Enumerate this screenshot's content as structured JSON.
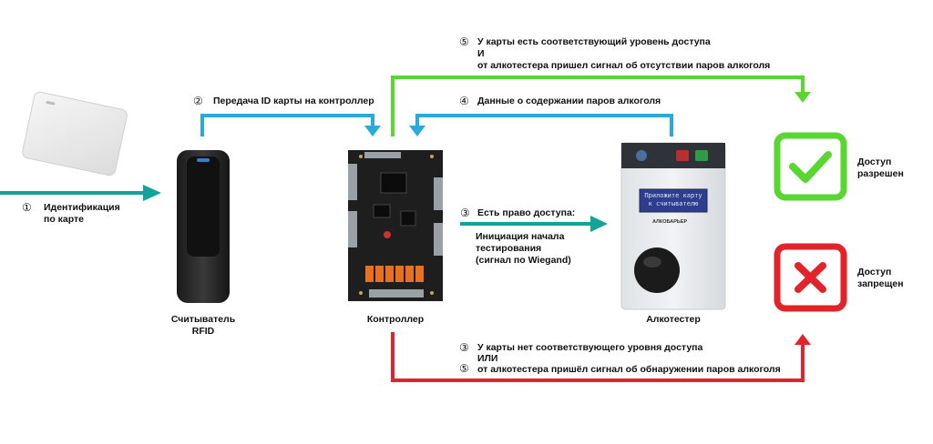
{
  "colors": {
    "teal": "#12a39a",
    "blue": "#2aa9db",
    "green": "#5ad632",
    "red": "#e3232a",
    "panel": "#2c2c2c",
    "device": "#e6e9ec"
  },
  "devices": {
    "reader_label_line1": "Считыватель",
    "reader_label_line2": "RFID",
    "controller_label": "Контроллер",
    "alco_label": "Алкотестер",
    "alco_screen_line1": "Приложите карту",
    "alco_screen_line2": "к считывателю",
    "alco_brand": "АЛКОБАРЬЕР"
  },
  "steps": {
    "s1_num": "①",
    "s1_line1": "Идентификация",
    "s1_line2": "по карте",
    "s2_num": "②",
    "s2_text": "Передача ID карты на контроллер",
    "s3_num": "③",
    "s3_title": "Есть право доступа:",
    "s3_line1": "Инициация начала",
    "s3_line2": "тестирования",
    "s3_line3": "(сигнал по Wiegand)",
    "s4_num": "④",
    "s4_text": "Данные о содержании паров алкоголя",
    "s5_num": "⑤",
    "s5_line1": "У карты есть соответствующий уровень доступа",
    "s5_and": "И",
    "s5_line2": "от алкотестера пришел сигнал об отсутствии паров алкоголя",
    "deny_num3": "③",
    "deny_line1": "У карты нет соответствующего уровня доступа",
    "deny_or": "ИЛИ",
    "deny_num5": "⑤",
    "deny_line2": "от алкотестера пришёл сигнал об обнаружении паров алкоголя"
  },
  "results": {
    "granted_line1": "Доступ",
    "granted_line2": "разрешен",
    "denied_line1": "Доступ",
    "denied_line2": "запрещен"
  }
}
